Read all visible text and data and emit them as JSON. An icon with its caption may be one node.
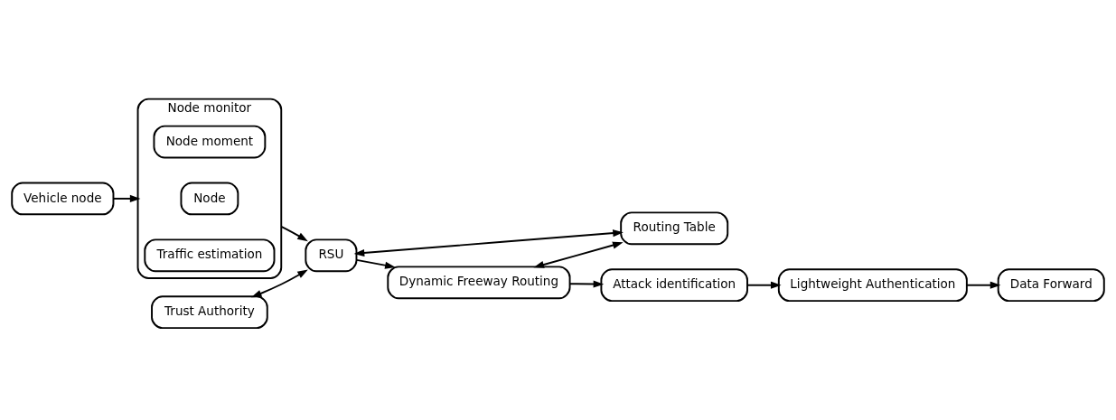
{
  "diagram": {
    "nodes": [
      {
        "text": [
          "Vehicle node"
        ]
      },
      {
        "text": [
          "Node monitor"
        ]
      },
      {
        "text": [
          "Node moment"
        ],
        "in": 1
      },
      {
        "text": [
          "Node"
        ],
        "in": 1
      },
      {
        "text": [
          "Traffic estimation"
        ],
        "in": 1
      },
      {
        "text": [
          "Trust Authority"
        ]
      },
      {
        "text": [
          "RSU"
        ]
      },
      {
        "text": [
          "Dynamic Freeway Routing"
        ]
      },
      {
        "text": [
          "Routing Table"
        ]
      },
      {
        "text": [
          "Lightweight Authentication"
        ]
      },
      {
        "text": [
          "Data Forward"
        ]
      },
      {
        "text": [
          "Attack identification"
        ]
      }
    ],
    "edges": [
      {
        "from": 0,
        "to": 1,
        "arrow": "to"
      },
      {
        "from": 1,
        "to": 6,
        "arrow": "to"
      },
      {
        "from": 5,
        "to": 6,
        "arrow": "both"
      },
      {
        "from": 6,
        "to": 7,
        "arrow": "to"
      },
      {
        "from": 6,
        "to": 8,
        "arrow": "both"
      },
      {
        "from": 7,
        "to": 8,
        "arrow": "both"
      },
      {
        "from": 7,
        "to": 11,
        "arrow": "to"
      },
      {
        "from": 11,
        "to": 9,
        "arrow": "to"
      },
      {
        "from": 9,
        "to": 10,
        "arrow": "to"
      }
    ]
  }
}
